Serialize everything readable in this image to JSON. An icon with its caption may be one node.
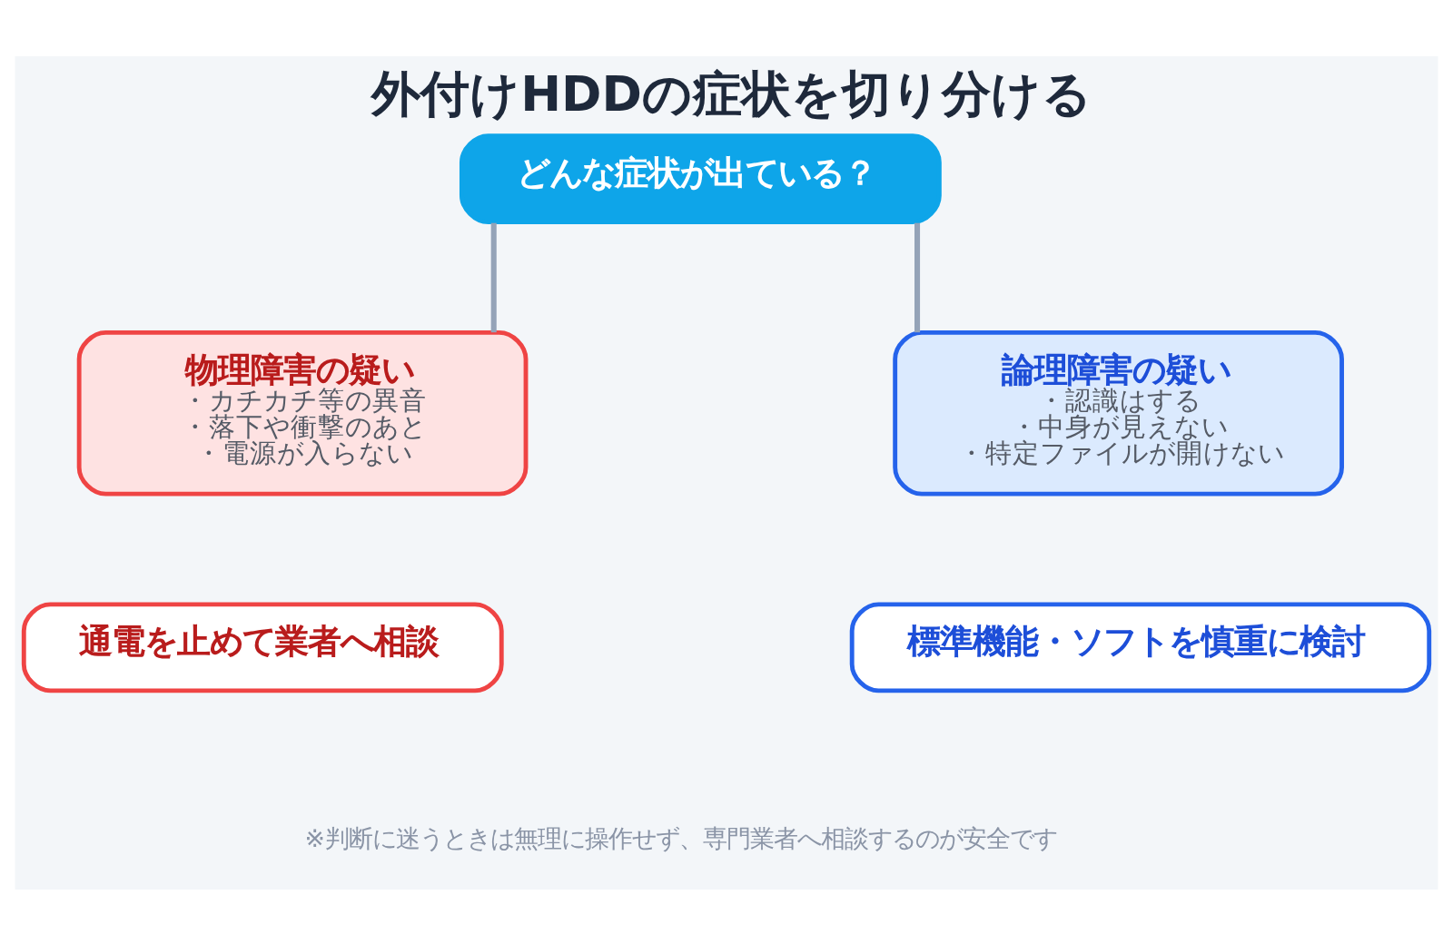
{
  "diagram": {
    "title": "外付けHDDの症状を切り分ける",
    "caption": "※判断に迷うときは無理に操作せず、専門業者へ相談するのが安全です",
    "nodes": [
      {
        "text": [
          "どんな症状が出ている？"
        ]
      },
      {
        "text": [
          "物理障害の疑い",
          "・カチカチ等の異音",
          "・落下や衝撃のあと",
          "・電源が入らない"
        ]
      },
      {
        "text": [
          "論理障害の疑い",
          "・認識はする",
          "・中身が見えない",
          "・特定ファイルが開けない"
        ]
      },
      {
        "text": [
          "通電を止めて業者へ相談"
        ]
      },
      {
        "text": [
          "標準機能・ソフトを慎重に検討"
        ]
      }
    ],
    "edges": [
      {
        "from": 0,
        "to": 1,
        "arrow": "none"
      },
      {
        "from": 0,
        "to": 2,
        "arrow": "none"
      }
    ]
  }
}
